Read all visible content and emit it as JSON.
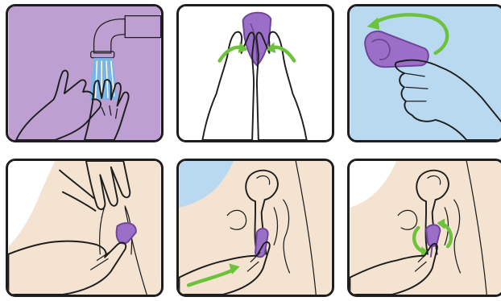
{
  "colors": {
    "purple_bg": "#bd9fd2",
    "blue_bg": "#b9d9f1",
    "skin": "#f3e3d0",
    "cup": "#9b6fc7",
    "cup_dark": "#6e4596",
    "arrow_green": "#6cc23a",
    "water": "#6fb8e8",
    "ink": "#1e1e1e"
  },
  "steps": [
    {
      "step": 1,
      "content": "washing-hands-under-faucet",
      "background": "purple"
    },
    {
      "step": 2,
      "content": "folding-cup-between-fingers",
      "background": "white"
    },
    {
      "step": 3,
      "content": "rotating-folded-cup",
      "background": "blue"
    },
    {
      "step": 4,
      "content": "separating-labia-and-holding-cup",
      "background": "skin"
    },
    {
      "step": 5,
      "content": "inserting-cup-cross-section",
      "background": "blue-skin"
    },
    {
      "step": 6,
      "content": "rotating-cup-inside-cross-section",
      "background": "skin"
    }
  ]
}
